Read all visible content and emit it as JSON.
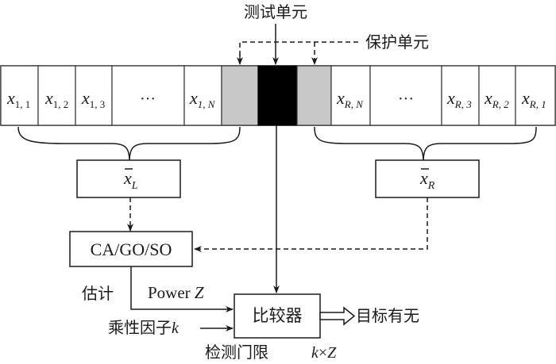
{
  "labels": {
    "test_cell": "测试单元",
    "guard_cell": "保护单元",
    "estimate": "估计",
    "power": "Power ",
    "power_var": "Z",
    "multiplier": "乘性因子",
    "multiplier_var": "k",
    "threshold": "检测门限",
    "threshold_expr_k": "k",
    "threshold_expr_times": "×",
    "threshold_expr_z": "Z",
    "target_presence": "目标有无"
  },
  "blocks": {
    "mean_left": {
      "base": "x",
      "bar": true,
      "sub": "L"
    },
    "mean_right": {
      "base": "x",
      "bar": true,
      "sub": "R"
    },
    "cfar": "CA/GO/SO",
    "comparator": "比较器"
  },
  "cells": {
    "left": [
      {
        "base": "x",
        "sub": "1, 1"
      },
      {
        "base": "x",
        "sub": "1, 2"
      },
      {
        "base": "x",
        "sub": "1, 3"
      },
      {
        "ellipsis": "···"
      },
      {
        "base": "x",
        "sub": "1, N"
      }
    ],
    "right": [
      {
        "base": "x",
        "sub": "R, N"
      },
      {
        "ellipsis": "···"
      },
      {
        "base": "x",
        "sub": "R, 3"
      },
      {
        "base": "x",
        "sub": "R, 2"
      },
      {
        "base": "x",
        "sub": "R, 1"
      }
    ]
  },
  "colors": {
    "guard": "#c8c8c8",
    "test": "#000000",
    "line": "#1a1a1a"
  }
}
